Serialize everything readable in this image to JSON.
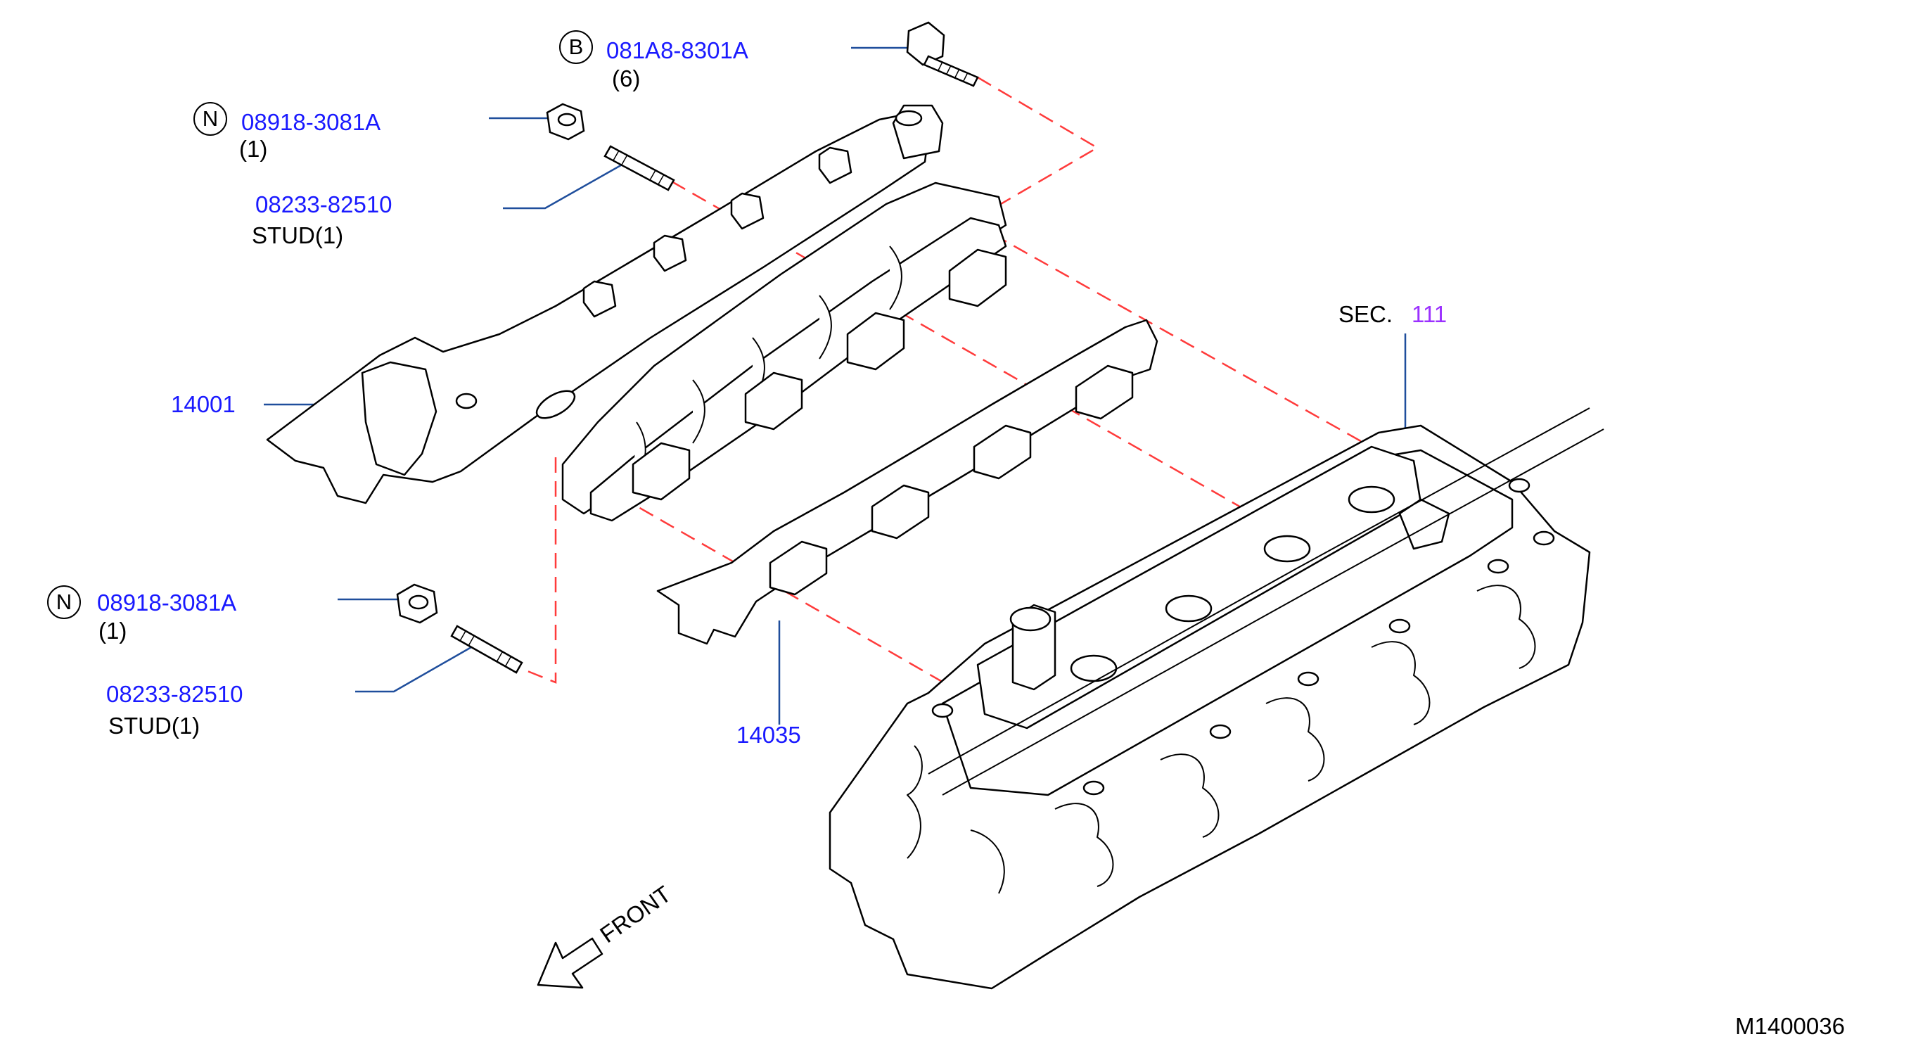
{
  "callouts": {
    "bolt": {
      "prefix": "B",
      "part": "081A8-8301A",
      "qty": "(6)"
    },
    "nut_top": {
      "prefix": "N",
      "part": "08918-3081A",
      "qty": "(1)"
    },
    "stud_top": {
      "part": "08233-82510",
      "desc": "STUD(1)"
    },
    "manifold": {
      "part": "14001"
    },
    "nut_bottom": {
      "prefix": "N",
      "part": "08918-3081A",
      "qty": "(1)"
    },
    "stud_bottom": {
      "part": "08233-82510",
      "desc": "STUD(1)"
    },
    "gasket": {
      "part": "14035"
    },
    "section": {
      "label": "SEC.",
      "number": "111"
    }
  },
  "front_label": "FRONT",
  "diagram_code": "M1400036",
  "colors": {
    "part_number": "#1a1aff",
    "section_number": "#9b30ff",
    "leader": "#1f4e9c",
    "dashed": "#ff3b3b",
    "line": "#000000"
  }
}
